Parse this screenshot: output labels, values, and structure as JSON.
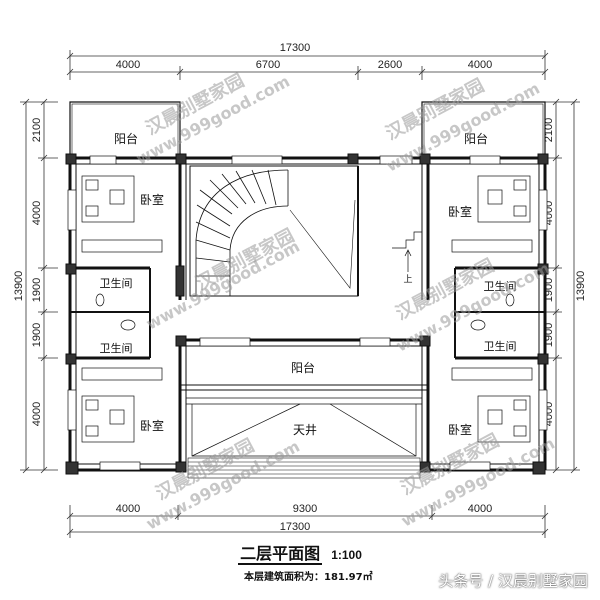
{
  "dims": {
    "top_total": "17300",
    "top_segments": [
      "4000",
      "6700",
      "2600",
      "4000"
    ],
    "bottom_segments": [
      "4000",
      "9300",
      "4000"
    ],
    "bottom_total": "17300",
    "left_segments": [
      "2100",
      "4000",
      "1900",
      "1900",
      "4000"
    ],
    "left_total": "13900",
    "right_segments": [
      "2100",
      "4000",
      "1900",
      "1900",
      "4000"
    ],
    "right_total": "13900"
  },
  "rooms": {
    "balcony_nw": "阳台",
    "balcony_ne": "阳台",
    "bedroom_nw": "卧室",
    "bedroom_ne": "卧室",
    "bath_w1": "卫生间",
    "bath_w2": "卫生间",
    "bath_e1": "卫生间",
    "bath_e2": "卫生间",
    "balcony_center": "阳台",
    "courtyard": "天井",
    "bedroom_sw": "卧室",
    "bedroom_se": "卧室"
  },
  "stair_marker": "上",
  "watermarks": {
    "brand": "汉晨别墅家园",
    "site": "www.999good.com"
  },
  "caption": {
    "title": "二层平面图",
    "scale": "1:100",
    "area": "本层建筑面积为：181.97㎡"
  },
  "footer": "头条号 / 汉晨别墅家园"
}
